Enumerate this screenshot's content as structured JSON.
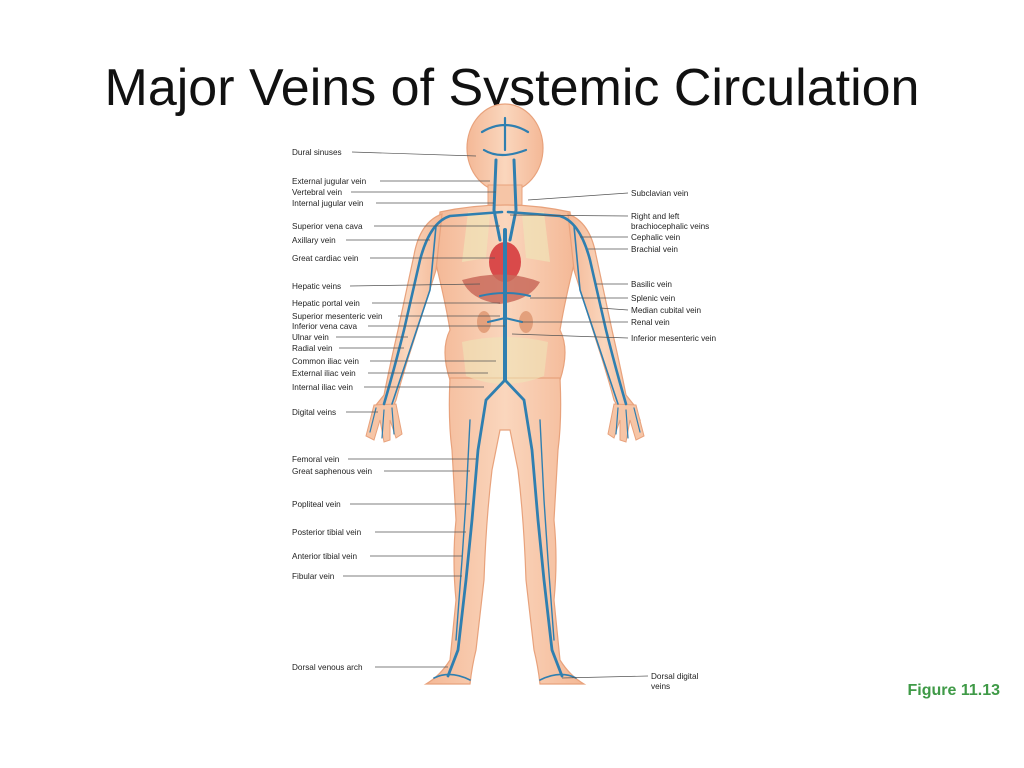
{
  "slide": {
    "title": "Major Veins of Systemic Circulation",
    "figure_ref": "Figure 11.13"
  },
  "colors": {
    "skin": "#f7c7a8",
    "skin_edge": "#e8a27c",
    "vein": "#2f7fb0",
    "heart": "#d94a4a",
    "liver": "#c96a5a",
    "caption": "#3f9a47"
  },
  "labels_left": [
    "Dural sinuses",
    "External jugular vein",
    "Vertebral vein",
    "Internal jugular vein",
    "Superior vena cava",
    "Axillary vein",
    "Great cardiac vein",
    "Hepatic veins",
    "Hepatic portal vein",
    "Superior mesenteric vein",
    "Inferior vena cava",
    "Ulnar vein",
    "Radial vein",
    "Common iliac vein",
    "External iliac vein",
    "Internal iliac vein",
    "Digital veins",
    "Femoral vein",
    "Great saphenous vein",
    "Popliteal vein",
    "Posterior tibial vein",
    "Anterior tibial vein",
    "Fibular vein",
    "Dorsal venous arch"
  ],
  "labels_right": [
    "Subclavian vein",
    "Right and left",
    "brachiocephalic veins",
    "Cephalic vein",
    "Brachial vein",
    "Basilic vein",
    "Splenic vein",
    "Median cubital vein",
    "Renal vein",
    "Inferior mesenteric vein",
    "Dorsal digital",
    "veins"
  ]
}
